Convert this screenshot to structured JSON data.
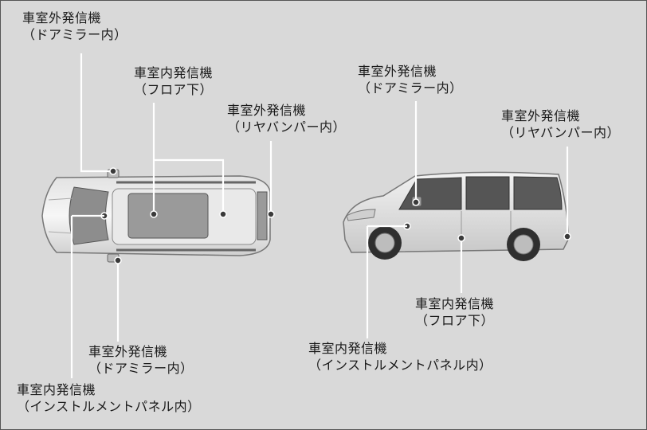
{
  "labels": {
    "top_ext_mirror": {
      "line1": "車室外発信機",
      "line2": "（ドアミラー内）"
    },
    "top_int_floor": {
      "line1": "車室内発信機",
      "line2": "（フロア下）"
    },
    "top_ext_bumper": {
      "line1": "車室外発信機",
      "line2": "（リヤバンパー内）"
    },
    "top_ext_mirror_bottom": {
      "line1": "車室外発信機",
      "line2": "（ドアミラー内）"
    },
    "top_int_panel": {
      "line1": "車室内発信機",
      "line2": "（インストルメントパネル内）"
    },
    "side_ext_mirror": {
      "line1": "車室外発信機",
      "line2": "（ドアミラー内）"
    },
    "side_ext_bumper": {
      "line1": "車室外発信機",
      "line2": "（リヤバンパー内）"
    },
    "side_int_floor": {
      "line1": "車室内発信機",
      "line2": "（フロア下）"
    },
    "side_int_panel": {
      "line1": "車室内発信機",
      "line2": "（インストルメントパネル内）"
    }
  },
  "colors": {
    "background": "#d9d9d9",
    "car_body": "#efefef",
    "leader_line": "#ffffff",
    "marker": "#3a3a3a"
  }
}
